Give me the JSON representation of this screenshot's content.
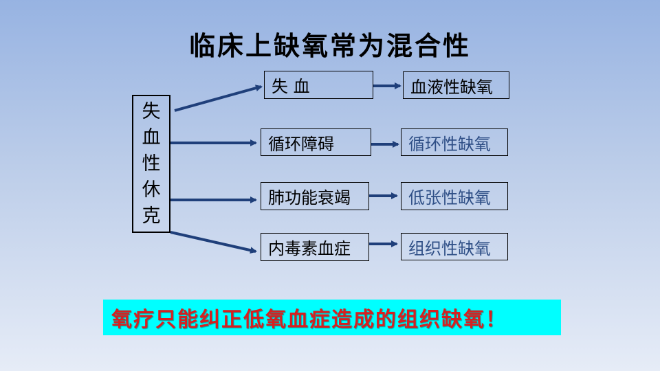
{
  "title": "临床上缺氧常为混合性",
  "left_node": "失血性休克",
  "rows": [
    {
      "cause": "失 血",
      "result": "血液性缺氧"
    },
    {
      "cause": "循环障碍",
      "result": "循环性缺氧"
    },
    {
      "cause": "肺功能衰竭",
      "result": "低张性缺氧"
    },
    {
      "cause": "内毒素血症",
      "result": "组织性缺氧"
    }
  ],
  "banner": "氧疗只能纠正低氧血症造成的组织缺氧！",
  "colors": {
    "arrow": "#1f3f7a",
    "result_text_dark": "#000000",
    "result_text_blue": "#2f4f86",
    "banner_bg": "#00ffff",
    "banner_text": "#d62020"
  }
}
